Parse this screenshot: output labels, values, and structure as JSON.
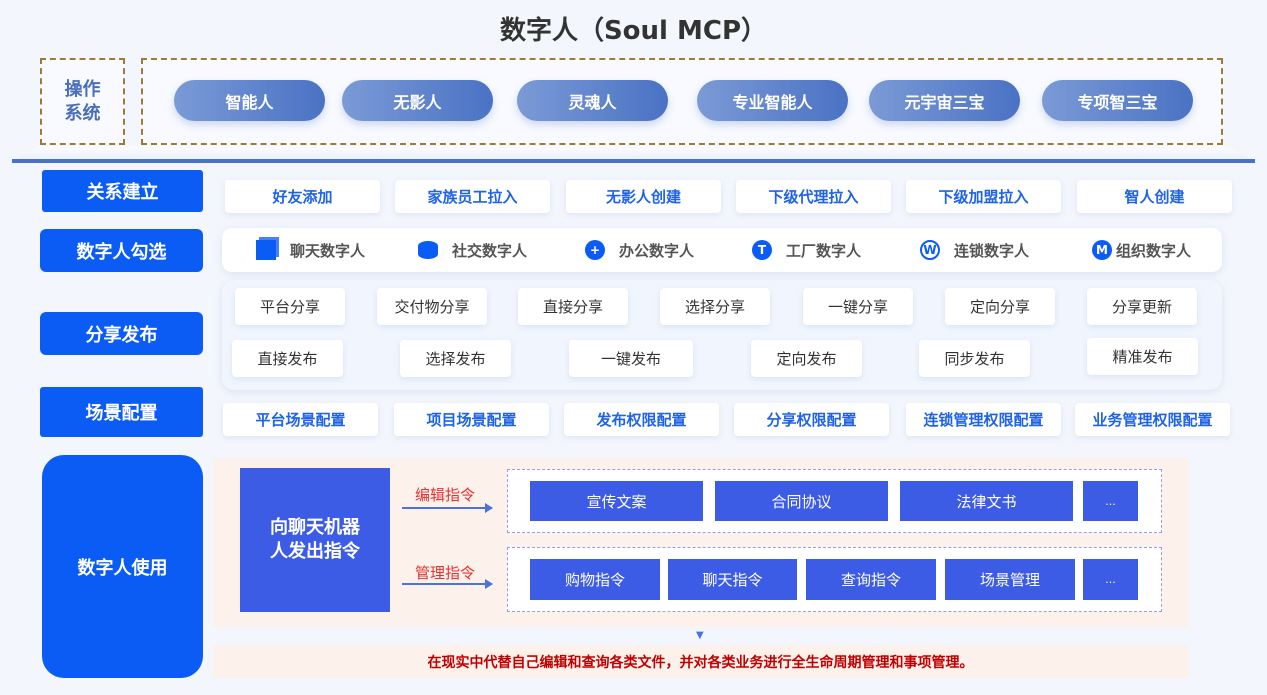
{
  "title": "数字人（Soul MCP）",
  "os": {
    "label": "操作\n系统",
    "items": [
      "智能人",
      "无影人",
      "灵魂人",
      "专业智能人",
      "元宇宙三宝",
      "专项智三宝"
    ]
  },
  "relation": {
    "label": "关系建立",
    "items": [
      "好友添加",
      "家族员工拉入",
      "无影人创建",
      "下级代理拉入",
      "下级加盟拉入",
      "智人创建"
    ]
  },
  "select": {
    "label": "数字人勾选",
    "items": [
      {
        "icon": "cube-icon",
        "text": "聊天数字人"
      },
      {
        "icon": "cylinder-icon",
        "text": "社交数字人"
      },
      {
        "icon": "globe-icon",
        "text": "办公数字人"
      },
      {
        "icon": "t-circle-icon",
        "text": "工厂数字人"
      },
      {
        "icon": "w-circle-icon",
        "text": "连锁数字人"
      },
      {
        "icon": "m-circle-icon",
        "text": "组织数字人"
      }
    ]
  },
  "share": {
    "label": "分享发布",
    "row1": [
      "平台分享",
      "交付物分享",
      "直接分享",
      "选择分享",
      "一键分享",
      "定向分享",
      "分享更新"
    ],
    "row2": [
      "直接发布",
      "选择发布",
      "一键发布",
      "定向发布",
      "同步发布",
      "精准发布"
    ]
  },
  "scene": {
    "label": "场景配置",
    "items": [
      "平台场景配置",
      "项目场景配置",
      "发布权限配置",
      "分享权限配置",
      "连锁管理权限配置",
      "业务管理权限配置"
    ]
  },
  "usage": {
    "label": "数字人使用",
    "source": "向聊天机器人发出指令",
    "edit_label": "编辑指令",
    "edit_items": [
      "宣传文案",
      "合同协议",
      "法律文书",
      "..."
    ],
    "manage_label": "管理指令",
    "manage_items": [
      "购物指令",
      "聊天指令",
      "查询指令",
      "场景管理",
      "..."
    ],
    "result": "在现实中代替自己编辑和查询各类文件，并对各类业务进行全生命周期管理和事项管理。"
  },
  "colors": {
    "accent": "#0b5cf5",
    "command": "#3d5ce6",
    "red": "#c00000"
  }
}
